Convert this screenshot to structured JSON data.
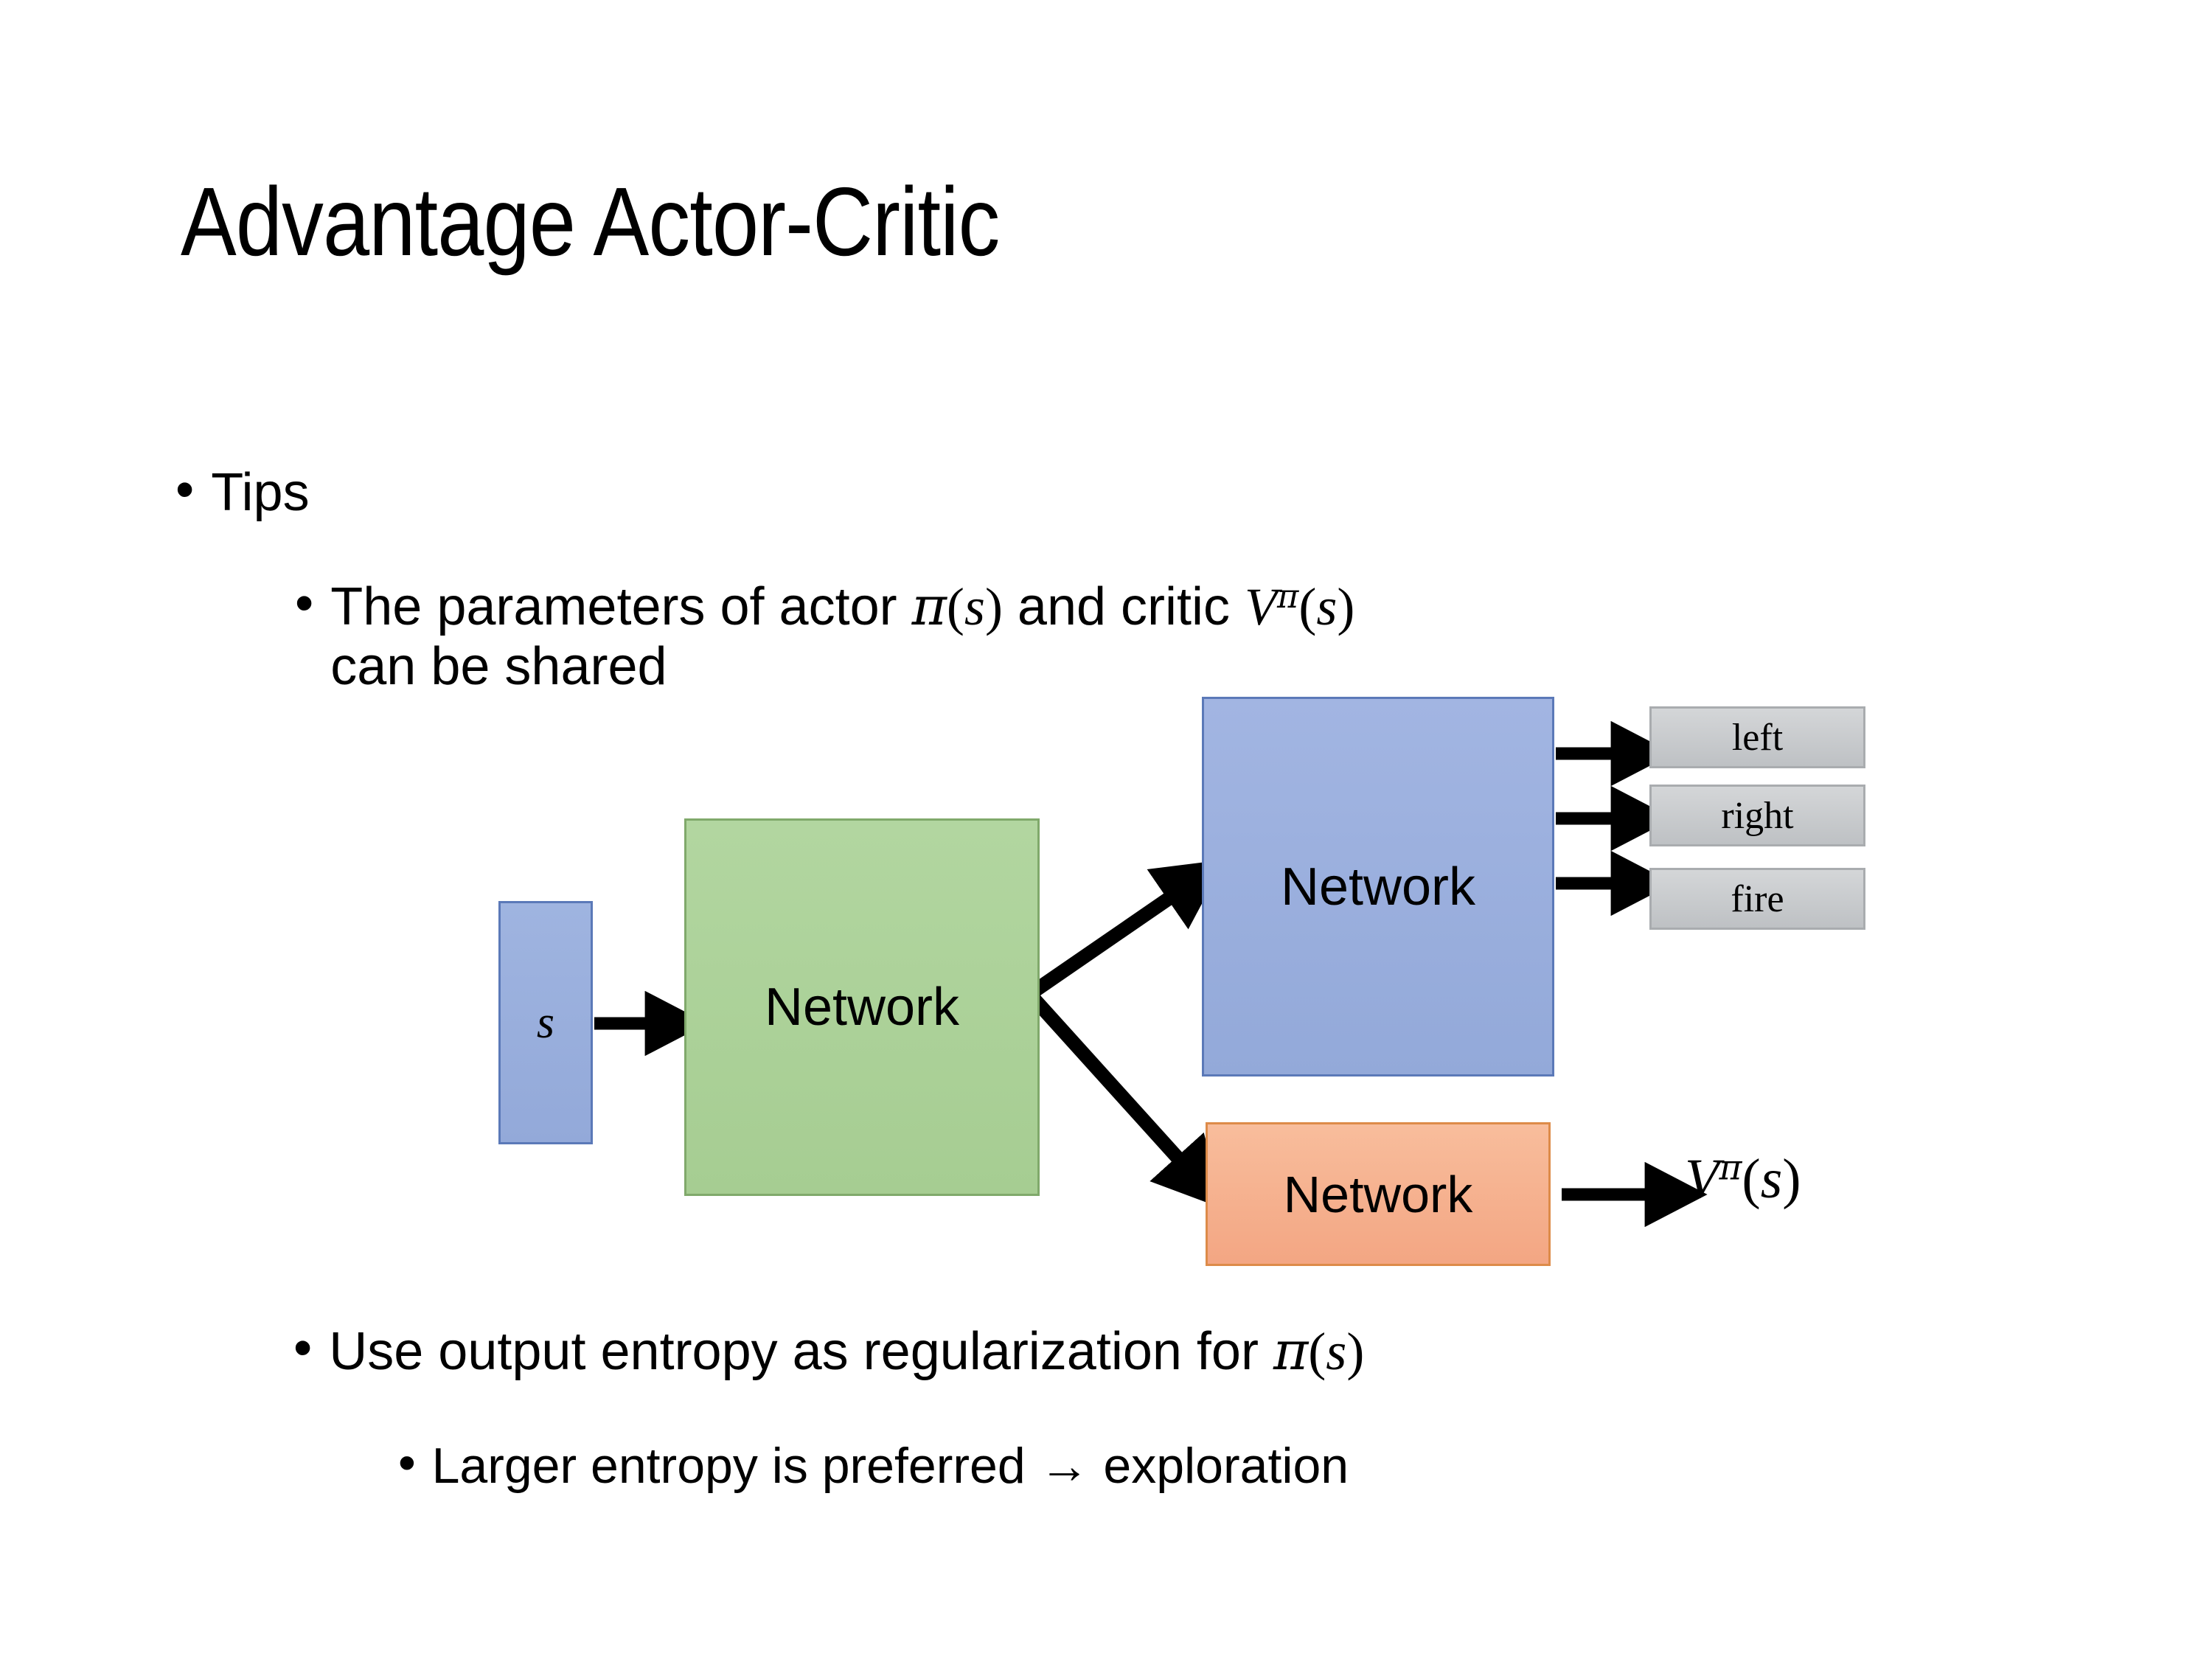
{
  "slide": {
    "title": "Advantage Actor-Critic",
    "background_color": "#FFFFFF"
  },
  "bullets": {
    "tips": "Tips",
    "shared_params_pre": "The parameters of actor ",
    "shared_params_pi": "π",
    "shared_params_mid": "  and critic ",
    "shared_params_v": "V",
    "shared_params_sup": "π",
    "shared_params_tail": "can be shared",
    "entropy_pre": "Use output entropy as regularization for ",
    "entropy_pi": "π",
    "larger_entropy": "Larger entropy is preferred → exploration",
    "bullet_glyph_level1": "•",
    "bullet_glyph_level2": "•",
    "bullet_glyph_level3": "•",
    "paren_open": "(",
    "paren_close": ")",
    "var_s": "s"
  },
  "diagram": {
    "input_label": "s",
    "shared_network_label": "Network",
    "actor_network_label": "Network",
    "critic_network_label": "Network",
    "action_outputs": [
      {
        "label": "left"
      },
      {
        "label": "right"
      },
      {
        "label": "fire"
      }
    ],
    "value_output": {
      "symbol": "V",
      "superscript": "π",
      "paren_open": "(",
      "arg": "s",
      "paren_close": ")"
    },
    "colors": {
      "input_fill": "#96ACDB",
      "input_border": "#5B79B8",
      "shared_fill": "#AED39B",
      "shared_border": "#80A96B",
      "actor_fill": "#9BAFDE",
      "actor_border": "#5B79B8",
      "critic_fill": "#F5AD87",
      "critic_border": "#DD8B49",
      "output_fill": "#C6C9CC",
      "output_border": "#A9ACAF",
      "arrow_color": "#000000"
    }
  }
}
